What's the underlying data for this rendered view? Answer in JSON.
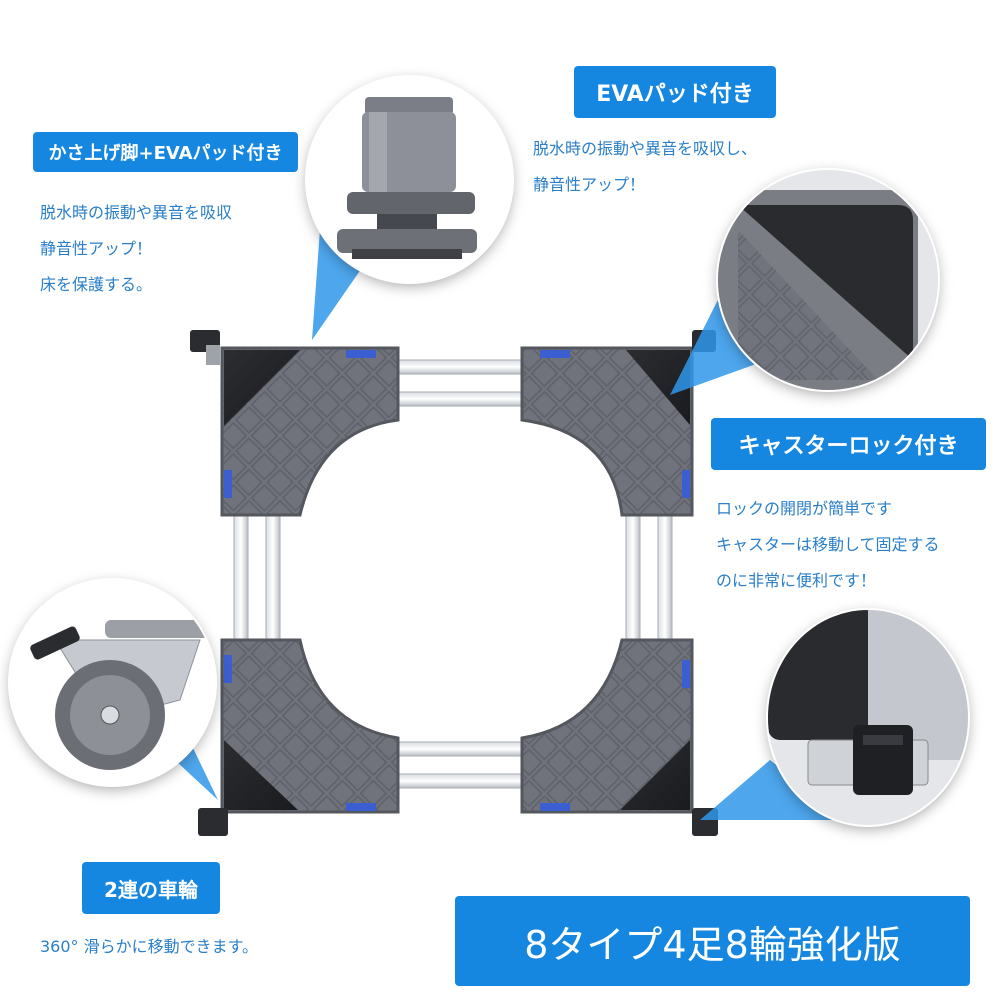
{
  "features": [
    {
      "tag": "かさ上げ脚+EVAパッド付き",
      "lines": [
        "脱水時の振動や異音を吸収",
        "静音性アップ！",
        "床を保護する。"
      ]
    },
    {
      "tag": "EVAパッド付き",
      "lines": [
        "脱水時の振動や異音を吸収し、",
        "静音性アップ！"
      ]
    },
    {
      "tag": "キャスターロック付き",
      "lines": [
        "ロックの開閉が簡単です",
        "キャスターは移動して固定する",
        "のに非常に便利です！"
      ]
    },
    {
      "tag": "2連の車輪",
      "lines": [
        "360° 滑らかに移動できます。"
      ]
    }
  ],
  "banner": "8タイプ4足8輪強化版",
  "colors": {
    "accent": "#1687e0",
    "pad": "#6e7179",
    "text": "#2a7fc8"
  }
}
